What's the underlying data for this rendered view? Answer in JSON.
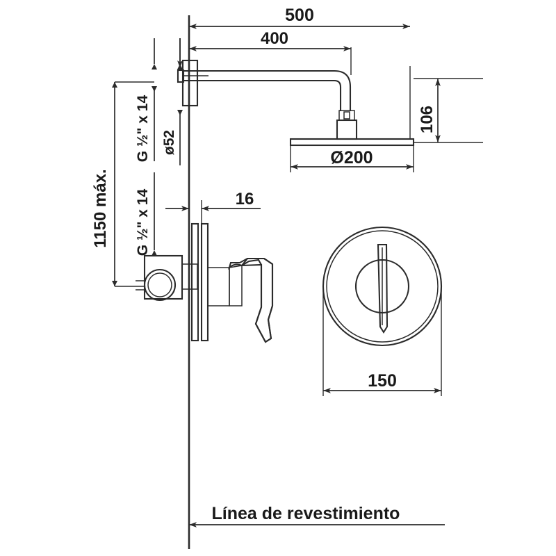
{
  "drawing": {
    "title": "Shower set technical drawing",
    "units": "mm",
    "line_color": "#2b2b2b",
    "text_color": "#1a1a1a",
    "background": "#ffffff"
  },
  "dimensions": {
    "arm_total_reach": "500",
    "arm_to_elbow": "400",
    "head_drop": "106",
    "head_diameter": "Ø200",
    "wall_flange_diameter": "ø52",
    "thread_upper": "G ½\" x 14",
    "thread_lower": "G ½\" x 14",
    "max_height": "1150 máx.",
    "escutcheon_projection": "16",
    "escutcheon_diameter": "150"
  },
  "labels": {
    "finish_line": "Línea de revestimiento"
  },
  "views": {
    "side_elevation": "side-elevation-view",
    "front_elevation": "front-elevation-view"
  },
  "components": {
    "shower_arm": "shower-arm",
    "shower_head": "shower-head-disc",
    "wall_flange": "wall-flange",
    "mixer_body": "concealed-mixer-body",
    "mixer_inlet": "mixer-inlet-port",
    "mixer_plate": "mixer-escutcheon-plate",
    "mixer_lever": "mixer-lever-handle",
    "front_plate": "front-round-escutcheon",
    "front_hub": "front-hub-circle",
    "front_lever": "front-lever-handle",
    "wall_line": "wall-reference-line"
  }
}
